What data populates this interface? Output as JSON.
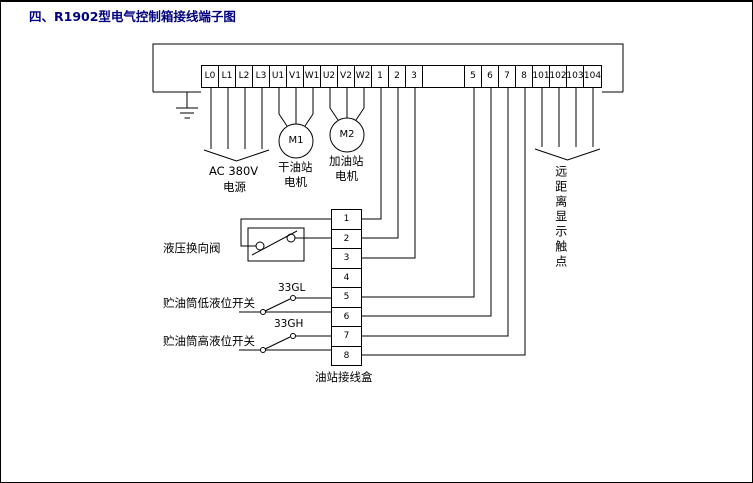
{
  "page": {
    "title": "四、R1902型电气控制箱接线端子图"
  },
  "terminal_strip": {
    "cells": [
      "L0",
      "L1",
      "L2",
      "L3",
      "U1",
      "V1",
      "W1",
      "U2",
      "V2",
      "W2",
      "1",
      "2",
      "3",
      "",
      "5",
      "6",
      "7",
      "8",
      "101",
      "102",
      "103",
      "104"
    ]
  },
  "power": {
    "label_line1": "AC 380V",
    "label_line2": "电源"
  },
  "motor1": {
    "name": "M1",
    "label_line1": "干油站",
    "label_line2": "电机"
  },
  "motor2": {
    "name": "M2",
    "label_line1": "加油站",
    "label_line2": "电机"
  },
  "remote": {
    "label": "远距离显示触点"
  },
  "junction_box": {
    "cells": [
      "1",
      "2",
      "3",
      "4",
      "5",
      "6",
      "7",
      "8"
    ],
    "label": "油站接线盒"
  },
  "valve": {
    "label": "液压换向阀"
  },
  "low_level_switch": {
    "tag": "33GL",
    "label": "贮油筒低液位开关"
  },
  "high_level_switch": {
    "tag": "33GH",
    "label": "贮油筒高液位开关"
  }
}
